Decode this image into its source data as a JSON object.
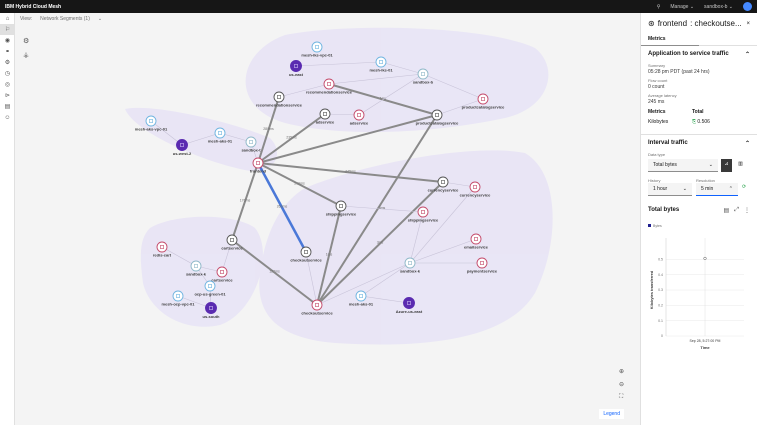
{
  "header": {
    "title": "IBM Hybrid Cloud Mesh",
    "manage": "Manage",
    "workspace": "sandbox-b"
  },
  "view": {
    "label": "View:",
    "value": "Network Segments (1)"
  },
  "legend": "Legend",
  "nodes": [
    {
      "id": "n1",
      "label": "mesh-iks-vpc-01",
      "type": "cluster"
    },
    {
      "id": "n2",
      "label": "us-east",
      "type": "region"
    },
    {
      "id": "n3",
      "label": "mesh-iks-01",
      "type": "cluster"
    },
    {
      "id": "n4",
      "label": "sandbox-b",
      "type": "namespace"
    },
    {
      "id": "n5",
      "label": "recommendationservice",
      "type": "service"
    },
    {
      "id": "n6",
      "label": "recommendationservice",
      "type": "gateway"
    },
    {
      "id": "n7",
      "label": "adservice",
      "type": "gateway"
    },
    {
      "id": "n8",
      "label": "adservice",
      "type": "service"
    },
    {
      "id": "n9",
      "label": "productcatalogservice",
      "type": "gateway"
    },
    {
      "id": "n10",
      "label": "productcatalogservice",
      "type": "service"
    },
    {
      "id": "n11",
      "label": "mesh-aks-vpc-01",
      "type": "cluster"
    },
    {
      "id": "n12",
      "label": "us-west-2",
      "type": "region"
    },
    {
      "id": "n13",
      "label": "mesh-aks-01",
      "type": "cluster"
    },
    {
      "id": "n14",
      "label": "sandbox-t",
      "type": "namespace"
    },
    {
      "id": "n15",
      "label": "frontend",
      "type": "service"
    },
    {
      "id": "n16",
      "label": "currencyservice",
      "type": "gateway"
    },
    {
      "id": "n17",
      "label": "currencyservice",
      "type": "service"
    },
    {
      "id": "n18",
      "label": "shippingservice",
      "type": "gateway"
    },
    {
      "id": "n19",
      "label": "shippingservice",
      "type": "service"
    },
    {
      "id": "n20",
      "label": "cartservice",
      "type": "gateway"
    },
    {
      "id": "n21",
      "label": "checkoutservice",
      "type": "gateway"
    },
    {
      "id": "n22",
      "label": "emailservice",
      "type": "service"
    },
    {
      "id": "n23",
      "label": "paymentservice",
      "type": "service"
    },
    {
      "id": "n24",
      "label": "sandbox-k",
      "type": "namespace"
    },
    {
      "id": "n25",
      "label": "redis-cart",
      "type": "service"
    },
    {
      "id": "n26",
      "label": "sandbox-k",
      "type": "namespace"
    },
    {
      "id": "n27",
      "label": "cartservice",
      "type": "service"
    },
    {
      "id": "n28",
      "label": "ocp-us-green-01",
      "type": "cluster"
    },
    {
      "id": "n29",
      "label": "mesh-ocp-vpc-01",
      "type": "cluster"
    },
    {
      "id": "n30",
      "label": "us-south",
      "type": "region"
    },
    {
      "id": "n31",
      "label": "checkoutservice",
      "type": "service"
    },
    {
      "id": "n32",
      "label": "mesh-aks-01",
      "type": "cluster"
    },
    {
      "id": "n33",
      "label": "Azure-us-east",
      "type": "region"
    }
  ],
  "edges": [
    {
      "from": "n15",
      "to": "n6",
      "label": "280ms",
      "kind": "traffic"
    },
    {
      "from": "n15",
      "to": "n7",
      "label": "235ms",
      "kind": "traffic"
    },
    {
      "from": "n15",
      "to": "n9",
      "label": "",
      "kind": "traffic"
    },
    {
      "from": "n15",
      "to": "n16",
      "label": "245ms",
      "kind": "traffic"
    },
    {
      "from": "n15",
      "to": "n18",
      "label": "210ms",
      "kind": "traffic"
    },
    {
      "from": "n15",
      "to": "n20",
      "label": "170ms",
      "kind": "traffic"
    },
    {
      "from": "n15",
      "to": "n21",
      "label": "263ms",
      "kind": "selected"
    },
    {
      "from": "n20",
      "to": "n31",
      "label": "127ms",
      "kind": "traffic"
    },
    {
      "from": "n5",
      "to": "n9",
      "label": "1ms",
      "kind": "traffic"
    },
    {
      "from": "n31",
      "to": "n18",
      "label": "1ms",
      "kind": "traffic"
    },
    {
      "from": "n31",
      "to": "n16",
      "label": "3ms",
      "kind": "traffic"
    },
    {
      "from": "n31",
      "to": "n9",
      "label": "",
      "kind": "traffic"
    },
    {
      "from": "n18",
      "to": "n19",
      "label": "5ms",
      "kind": "link"
    },
    {
      "from": "n2",
      "to": "n3",
      "label": "",
      "kind": "link"
    },
    {
      "from": "n3",
      "to": "n4",
      "label": "",
      "kind": "link"
    },
    {
      "from": "n4",
      "to": "n5",
      "label": "",
      "kind": "link"
    },
    {
      "from": "n4",
      "to": "n8",
      "label": "",
      "kind": "link"
    },
    {
      "from": "n4",
      "to": "n10",
      "label": "",
      "kind": "link"
    },
    {
      "from": "n5",
      "to": "n6",
      "label": "",
      "kind": "link"
    },
    {
      "from": "n7",
      "to": "n8",
      "label": "",
      "kind": "link"
    },
    {
      "from": "n9",
      "to": "n10",
      "label": "",
      "kind": "link"
    },
    {
      "from": "n11",
      "to": "n12",
      "label": "",
      "kind": "link"
    },
    {
      "from": "n12",
      "to": "n13",
      "label": "",
      "kind": "link"
    },
    {
      "from": "n13",
      "to": "n14",
      "label": "",
      "kind": "link"
    },
    {
      "from": "n14",
      "to": "n15",
      "label": "",
      "kind": "link"
    },
    {
      "from": "n16",
      "to": "n17",
      "label": "",
      "kind": "link"
    },
    {
      "from": "n24",
      "to": "n17",
      "label": "",
      "kind": "link"
    },
    {
      "from": "n24",
      "to": "n19",
      "label": "",
      "kind": "link"
    },
    {
      "from": "n24",
      "to": "n22",
      "label": "",
      "kind": "link"
    },
    {
      "from": "n24",
      "to": "n23",
      "label": "",
      "kind": "link"
    },
    {
      "from": "n24",
      "to": "n31",
      "label": "",
      "kind": "link"
    },
    {
      "from": "n32",
      "to": "n24",
      "label": "",
      "kind": "link"
    },
    {
      "from": "n32",
      "to": "n33",
      "label": "",
      "kind": "link"
    },
    {
      "from": "n21",
      "to": "n31",
      "label": "",
      "kind": "link"
    },
    {
      "from": "n20",
      "to": "n27",
      "label": "",
      "kind": "link"
    },
    {
      "from": "n25",
      "to": "n26",
      "label": "",
      "kind": "link"
    },
    {
      "from": "n26",
      "to": "n27",
      "label": "",
      "kind": "link"
    },
    {
      "from": "n28",
      "to": "n26",
      "label": "",
      "kind": "link"
    },
    {
      "from": "n29",
      "to": "n30",
      "label": "",
      "kind": "link"
    },
    {
      "from": "n28",
      "to": "n30",
      "label": "",
      "kind": "link"
    }
  ],
  "panel": {
    "title_source": "frontend",
    "title_target": ": checkoutse...",
    "tab": "Metrics",
    "app_section": {
      "title": "Application to service traffic",
      "summary_label": "Summary",
      "summary": "05:28 pm PDT (past 24 hrs)",
      "flow_label": "Flow count",
      "flow": "0 count",
      "latency_label": "Average latency",
      "latency": "245 ms",
      "metrics_h": "Metrics",
      "total_h": "Total",
      "metric": "Kilobytes",
      "total": "0.506"
    },
    "interval": {
      "title": "Interval traffic",
      "data_type_label": "Data type",
      "data_type": "Total bytes",
      "history_label": "History",
      "history": "1 hour",
      "resolution_label": "Resolution",
      "resolution": "5 min"
    },
    "chart_title": "Total bytes"
  },
  "chart_data": {
    "type": "scatter",
    "title": "Total bytes",
    "legend": [
      "Bytes"
    ],
    "xlabel": "Time",
    "ylabel": "Kilobytes transferred",
    "x": [
      "Sep 28, 5:27:00 PM"
    ],
    "values": [
      0.506
    ],
    "ylim": [
      0,
      0.6
    ],
    "yticks": [
      "0",
      "0.1",
      "0.2",
      "0.3",
      "0.4",
      "0.5"
    ],
    "series_color": "#1f1f8f"
  }
}
